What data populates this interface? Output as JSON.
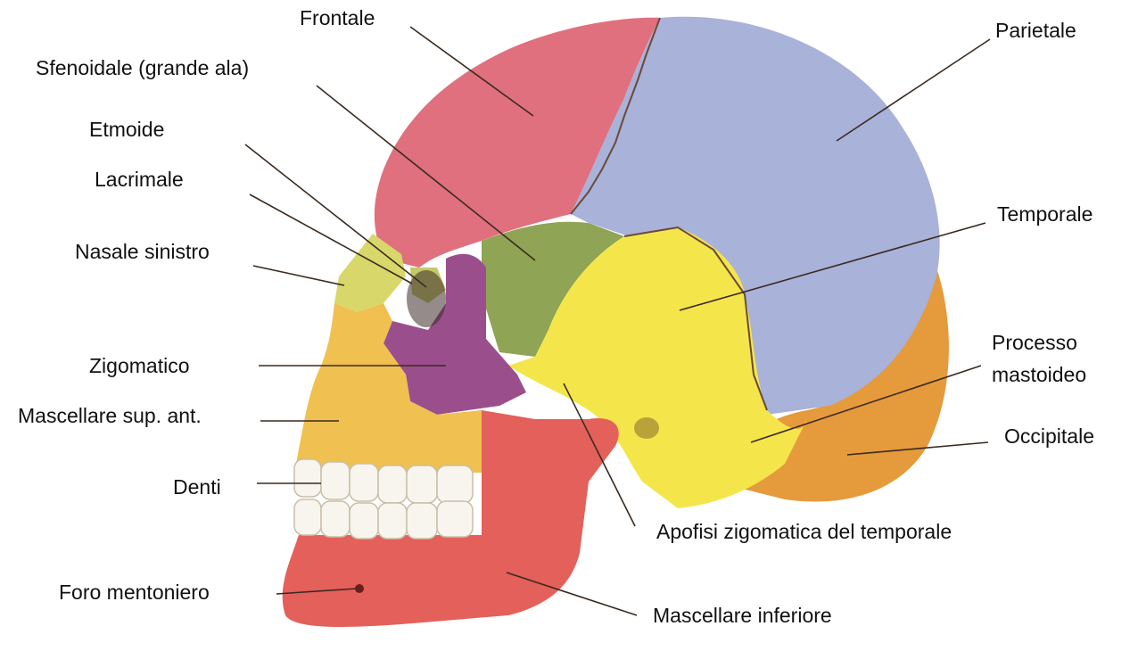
{
  "labels": {
    "frontale": "Frontale",
    "sfenoidale": "Sfenoidale (grande ala)",
    "etmoide": "Etmoide",
    "lacrimale": "Lacrimale",
    "nasale": "Nasale sinistro",
    "zigomatico": "Zigomatico",
    "mascellare_sup": "Mascellare sup. ant.",
    "denti": "Denti",
    "foro_mentoniero": "Foro mentoniero",
    "parietale": "Parietale",
    "temporale": "Temporale",
    "processo_1": "Processo",
    "processo_2": "mastoideo",
    "occipitale": "Occipitale",
    "apofisi": "Apofisi zigomatica del temporale",
    "mascellare_inf": "Mascellare inferiore"
  },
  "colors": {
    "frontale": "#e0707e",
    "parietale": "#a9b2d8",
    "temporale": "#f4e64a",
    "sfenoidale": "#8fa454",
    "zigomatico": "#9a4f8c",
    "mascellare": "#f0c050",
    "mandibola": "#e4605a",
    "occipitale": "#e59a3c",
    "nasale": "#d8d86a",
    "teeth": "#f7f5ee"
  }
}
